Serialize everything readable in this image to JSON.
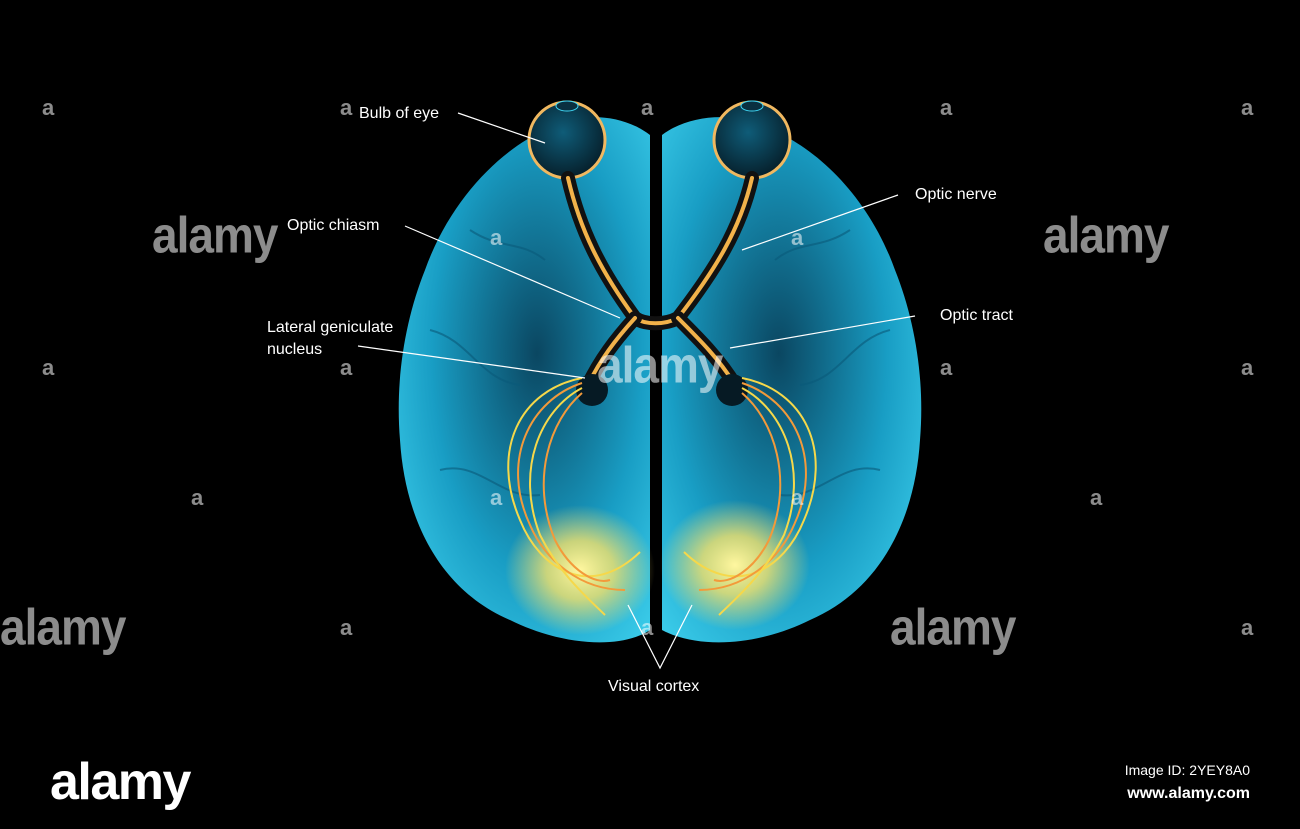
{
  "labels": {
    "bulb_of_eye": "Bulb of eye",
    "optic_nerve": "Optic nerve",
    "optic_chiasm": "Optic chiasm",
    "optic_tract": "Optic tract",
    "lgn_line1": "Lateral geniculate",
    "lgn_line2": "nucleus",
    "visual_cortex": "Visual cortex"
  },
  "watermark": {
    "word": "alamy",
    "letter": "a"
  },
  "footer": {
    "brand": "alamy",
    "image_id": "Image ID: 2YEY8A0",
    "site": "www.alamy.com"
  },
  "colors": {
    "background": "#000000",
    "brain": "#2fc4e8",
    "pathway": "#f5c542",
    "glow": "#fff59a"
  }
}
